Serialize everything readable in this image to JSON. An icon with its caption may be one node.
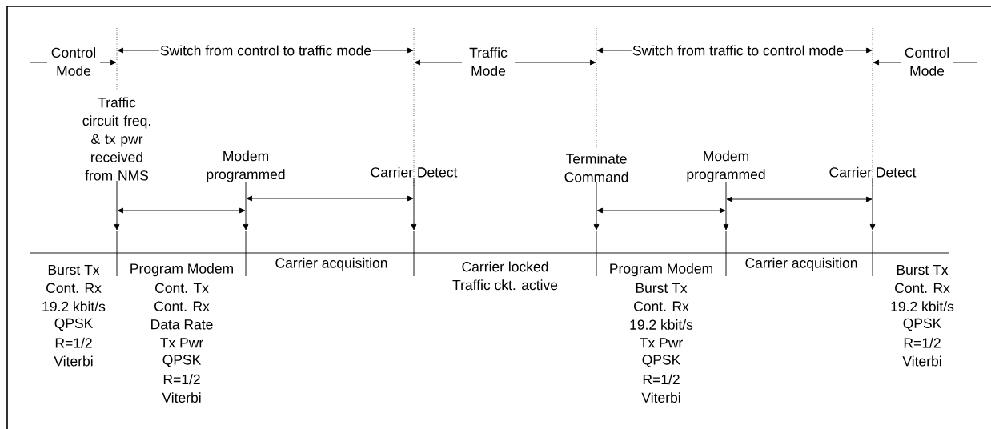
{
  "diagram": {
    "nodes": [
      {
        "text": [
          "Traffic circuit freq. & tx pwr received from NMS"
        ]
      },
      {
        "text": [
          "Modem programmed"
        ]
      },
      {
        "text": [
          "Carrier Detect"
        ]
      },
      {
        "text": [
          "Terminate Command"
        ]
      },
      {
        "text": [
          "Modem programmed"
        ]
      },
      {
        "text": [
          "Carrier Detect"
        ]
      }
    ],
    "edges": [
      {
        "from": 0,
        "to": null,
        "arrow": "to"
      },
      {
        "from": 1,
        "to": null,
        "arrow": "to"
      },
      {
        "from": 2,
        "to": null,
        "arrow": "to"
      },
      {
        "from": 3,
        "to": null,
        "arrow": "to"
      },
      {
        "from": 4,
        "to": null,
        "arrow": "to"
      },
      {
        "from": 5,
        "to": null,
        "arrow": "to"
      }
    ],
    "labels": [
      "Control Mode",
      "Switch from control to traffic mode",
      "Traffic Mode",
      "Switch from traffic to control mode",
      "Control Mode",
      "Burst Tx",
      "Cont. Rx",
      "19.2 kbit/s",
      "QPSK",
      "R=1/2",
      "Viterbi",
      "Program Modem",
      "Cont. Tx",
      "Cont. Rx",
      "Data Rate",
      "Tx Pwr",
      "QPSK",
      "R=1/2",
      "Viterbi",
      "Carrier acquisition",
      "Carrier locked",
      "Traffic ckt. active",
      "Program Modem",
      "Burst Tx",
      "Cont. Rx",
      "19.2 kbit/s",
      "Tx Pwr",
      "QPSK",
      "R=1/2",
      "Viterbi",
      "Carrier acquisition",
      "Burst Tx",
      "Cont. Rx",
      "19.2 kbit/s",
      "QPSK",
      "R=1/2",
      "Viterbi"
    ]
  }
}
